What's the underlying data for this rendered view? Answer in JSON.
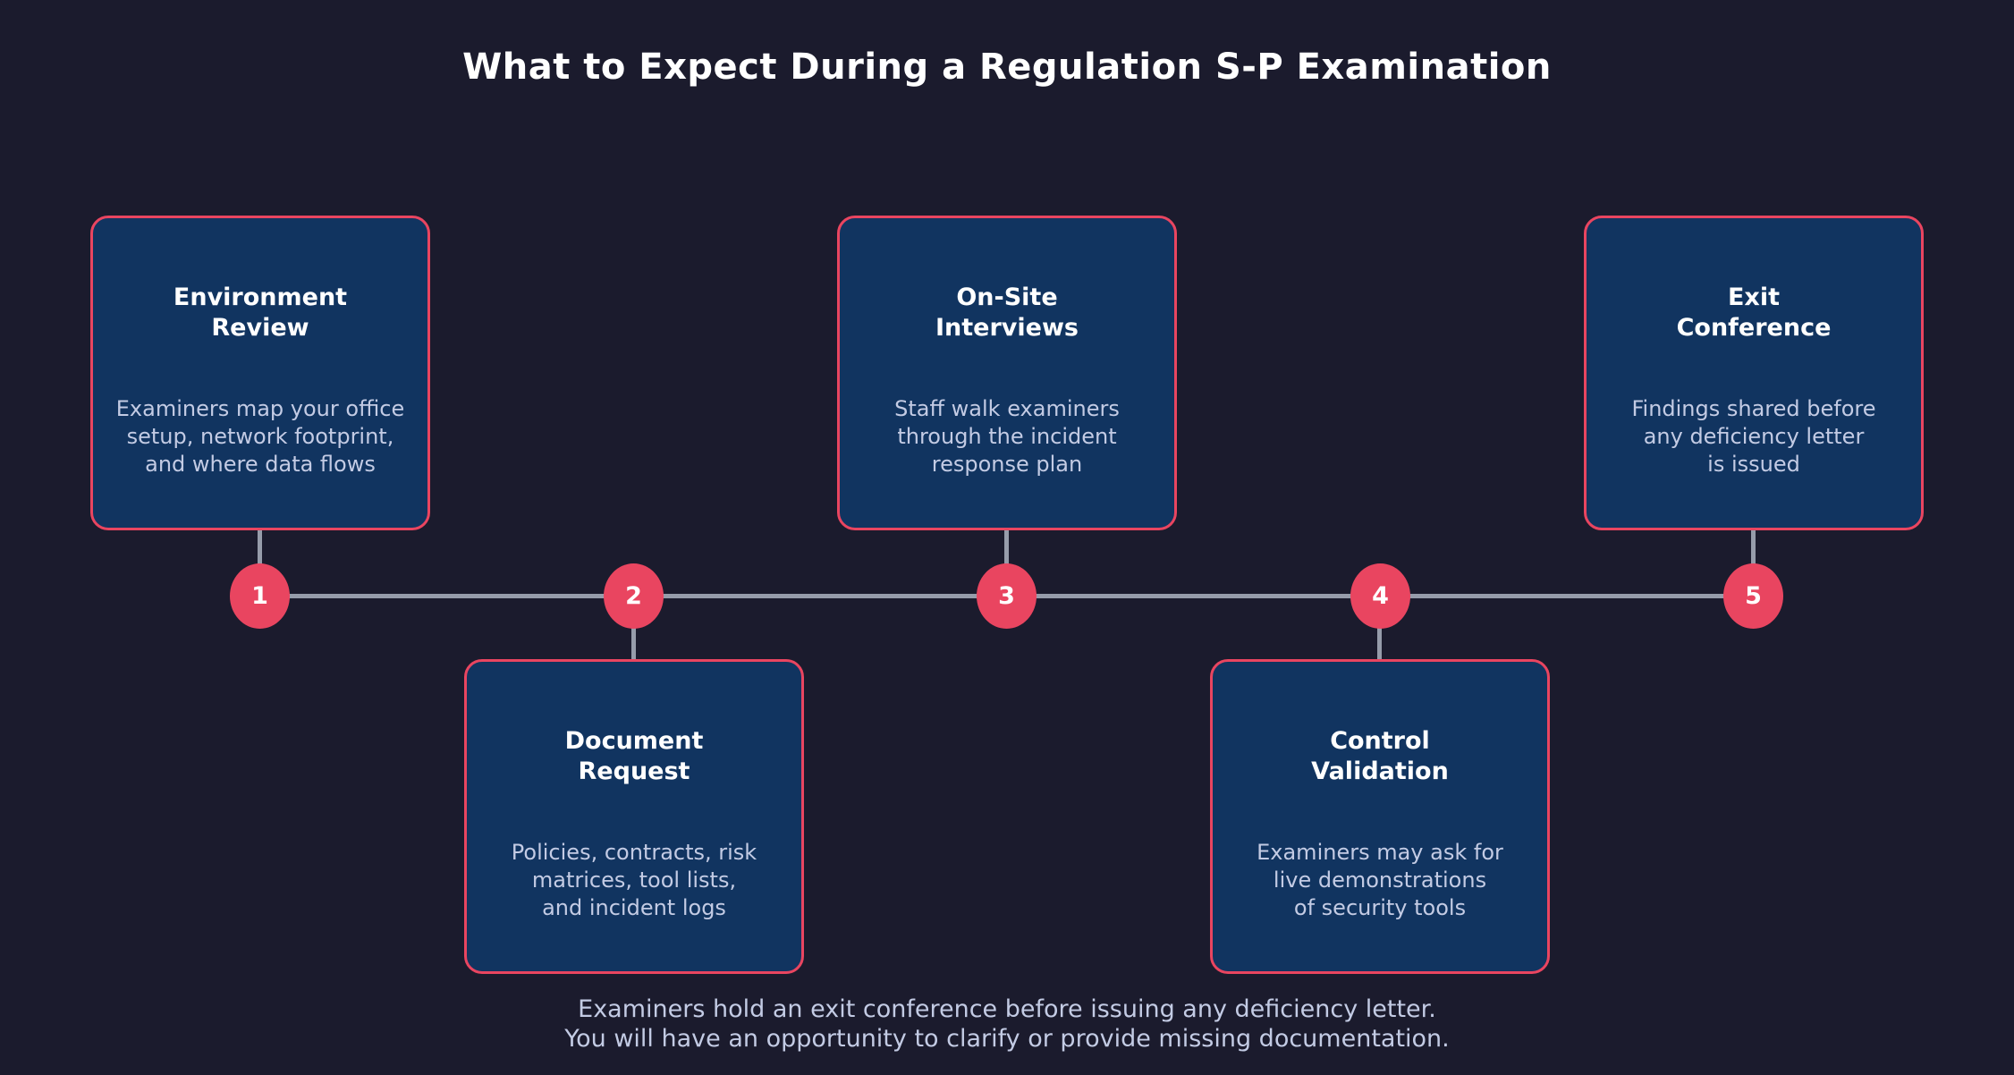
{
  "title": "What to Expect During a Regulation S-P Examination",
  "steps": [
    {
      "number": "1",
      "title": "Environment\nReview",
      "description": "Examiners map your office\nsetup, network footprint,\nand where data flows"
    },
    {
      "number": "2",
      "title": "Document\nRequest",
      "description": "Policies, contracts, risk\nmatrices, tool lists,\nand incident logs"
    },
    {
      "number": "3",
      "title": "On-Site\nInterviews",
      "description": "Staff walk examiners\nthrough the incident\nresponse plan"
    },
    {
      "number": "4",
      "title": "Control\nValidation",
      "description": "Examiners may ask for\nlive demonstrations\nof security tools"
    },
    {
      "number": "5",
      "title": "Exit\nConference",
      "description": "Findings shared before\nany deficiency letter\nis issued"
    }
  ],
  "footer": "Examiners hold an exit conference before issuing any deficiency letter.\nYou will have an opportunity to clarify or provide missing documentation.",
  "colors": {
    "background": "#1b1b2d",
    "card": "#113460",
    "accent": "#e94560",
    "body_text": "#c3cbe4",
    "line": "#969caa",
    "title_text": "#ffffff"
  }
}
